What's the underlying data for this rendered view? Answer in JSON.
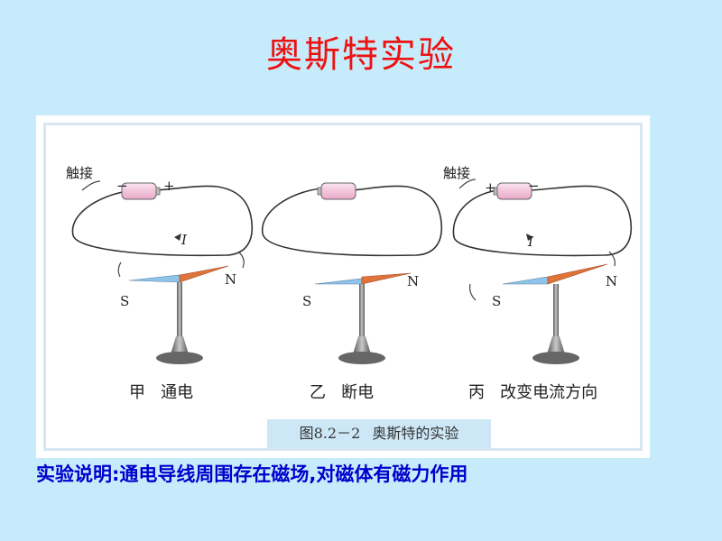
{
  "title": "奥斯特实验",
  "figure": {
    "panels": [
      {
        "label": "甲",
        "desc": "通电",
        "touch": "触接",
        "minus": "−",
        "plus": "+",
        "current": "I",
        "south": "S",
        "north": "N"
      },
      {
        "label": "乙",
        "desc": "断电",
        "south": "S",
        "north": "N"
      },
      {
        "label": "丙",
        "desc": "改变电流方向",
        "touch": "触接",
        "minus": "−",
        "plus": "+",
        "current": "I",
        "south": "S",
        "north": "N"
      }
    ],
    "caption_number": "图8.2－2",
    "caption_text": "奥斯特的实验"
  },
  "note": "实验说明:通电导线周围存在磁场,对磁体有磁力作用",
  "colors": {
    "background": "#c6ecfb",
    "title": "#ee1111",
    "note": "#0000cc",
    "needle_south": "#8fc4ea",
    "needle_north": "#e0733a",
    "battery": "#f4c6dd"
  }
}
